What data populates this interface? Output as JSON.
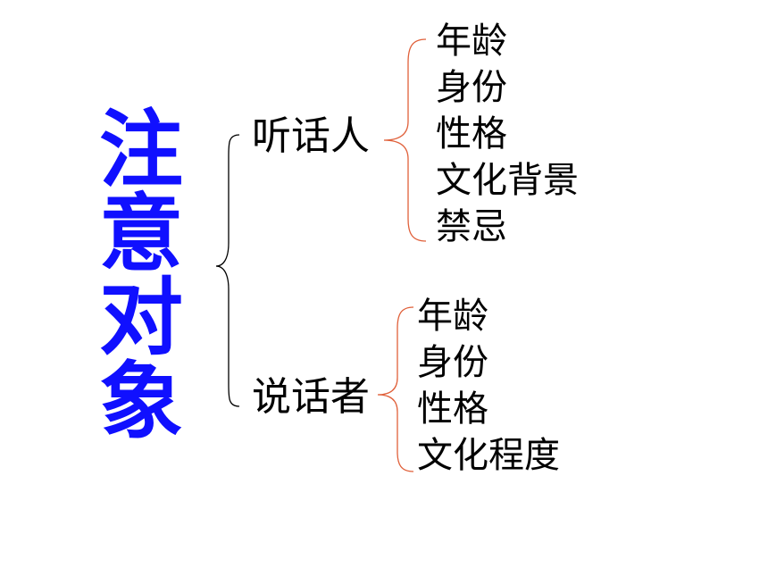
{
  "root": {
    "title": "注\n意\n对\n象",
    "color": "#1010ff"
  },
  "branches": [
    {
      "label": "听话人",
      "items": [
        "年龄",
        "身份",
        "性格",
        "文化背景",
        "禁忌"
      ]
    },
    {
      "label": "说话者",
      "items": [
        "年龄",
        "身份",
        "性格",
        "文化程度"
      ]
    }
  ],
  "colors": {
    "main_brace": "#000000",
    "sub_brace": "#e0603a",
    "text": "#000000"
  }
}
